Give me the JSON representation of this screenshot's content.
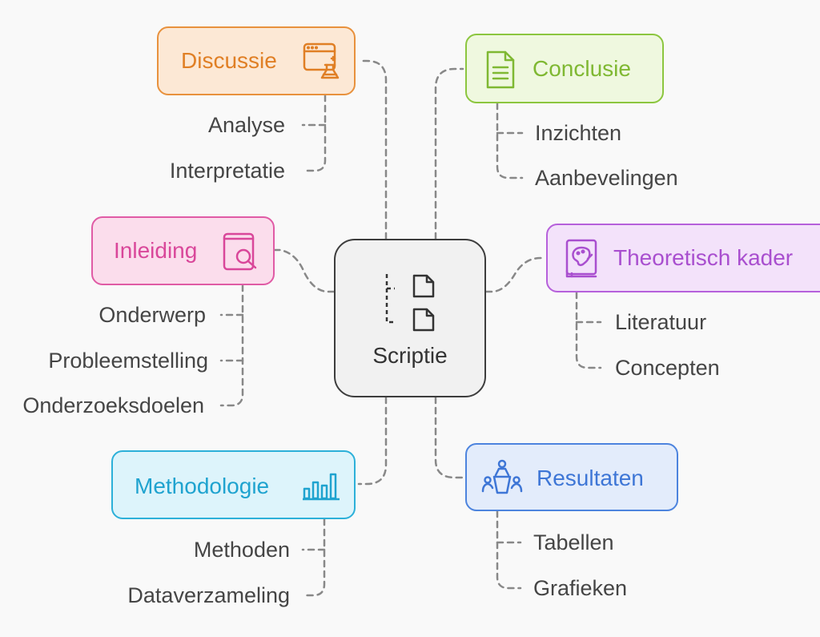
{
  "center": {
    "label": "Scriptie",
    "icon": "documents-icon"
  },
  "branches": {
    "discussie": {
      "label": "Discussie",
      "icon": "browser-flask-icon",
      "color": "#E8913D",
      "fill": "#FCE8D5",
      "items": [
        "Analyse",
        "Interpretatie"
      ]
    },
    "conclusie": {
      "label": "Conclusie",
      "icon": "document-lines-icon",
      "color": "#8CC63F",
      "fill": "#EFF8DF",
      "items": [
        "Inzichten",
        "Aanbevelingen"
      ]
    },
    "inleiding": {
      "label": "Inleiding",
      "icon": "book-search-icon",
      "color": "#E05BA5",
      "fill": "#FBDDEC",
      "items": [
        "Onderwerp",
        "Probleemstelling",
        "Onderzoeksdoelen"
      ]
    },
    "theoretisch": {
      "label": "Theoretisch kader",
      "icon": "book-palette-icon",
      "color": "#B660DB",
      "fill": "#F3E2FA",
      "items": [
        "Literatuur",
        "Concepten"
      ]
    },
    "methodologie": {
      "label": "Methodologie",
      "icon": "bar-chart-icon",
      "color": "#2CB0D9",
      "fill": "#DDF4FB",
      "items": [
        "Methoden",
        "Dataverzameling"
      ]
    },
    "resultaten": {
      "label": "Resultaten",
      "icon": "presenter-group-icon",
      "color": "#4D84DE",
      "fill": "#E3ECFB",
      "items": [
        "Tabellen",
        "Grafieken"
      ]
    }
  }
}
